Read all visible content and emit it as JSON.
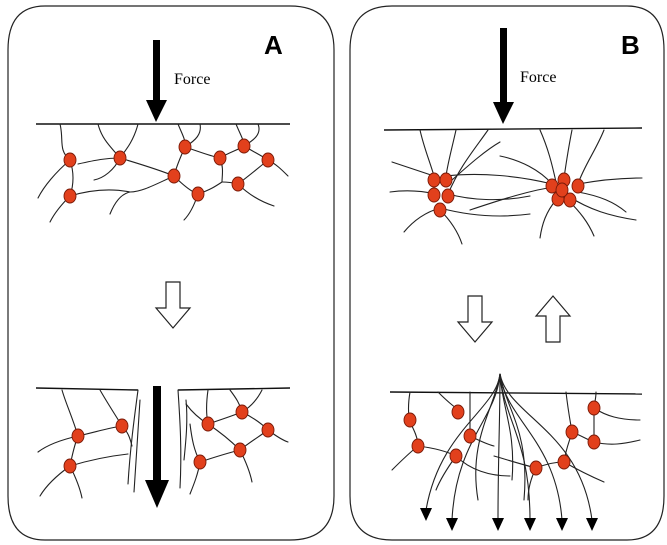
{
  "panels": [
    {
      "id": "A",
      "label": "A",
      "force_label": "Force"
    },
    {
      "id": "B",
      "label": "B",
      "force_label": "Force"
    }
  ],
  "colors": {
    "node": "#e2401c",
    "line": "#222222",
    "background": "#ffffff"
  }
}
